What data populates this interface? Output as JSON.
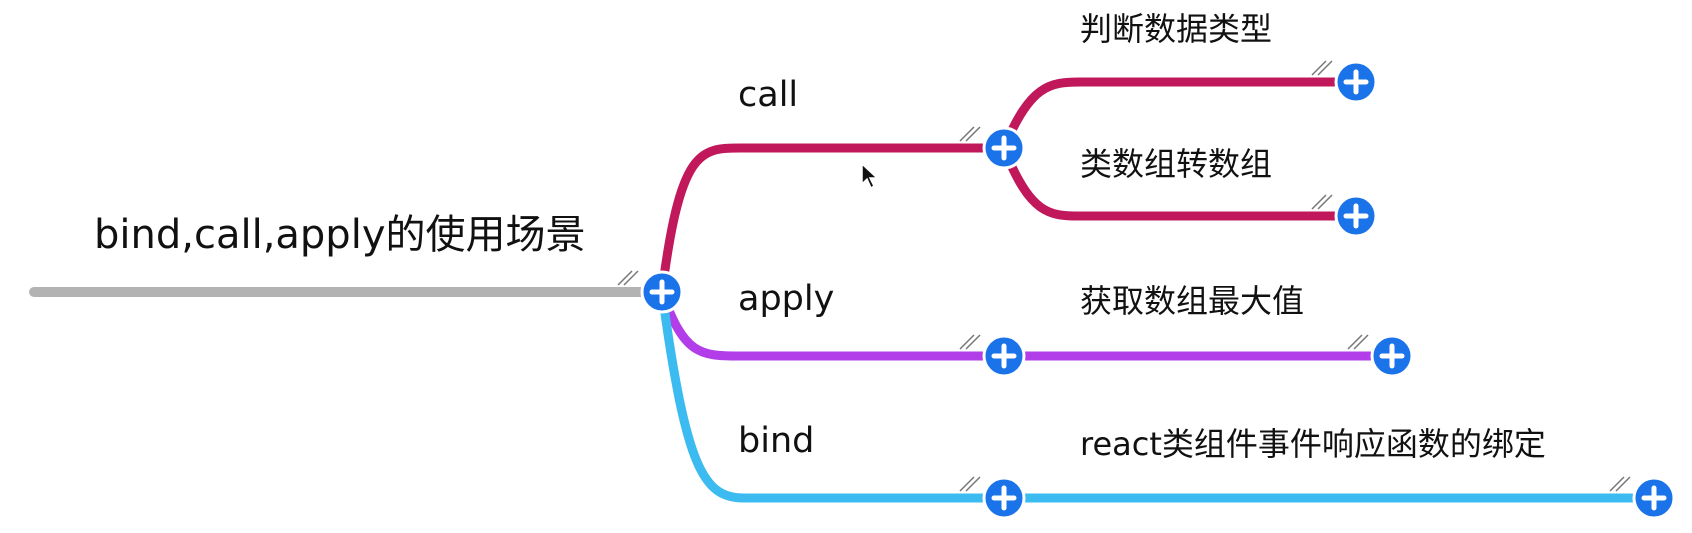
{
  "root": {
    "label": "bind,call,apply的使用场景",
    "color": "#b3b3b3"
  },
  "branches": [
    {
      "id": "call",
      "label": "call",
      "color": "#c0185a",
      "children": [
        {
          "id": "call-1",
          "label": "判断数据类型"
        },
        {
          "id": "call-2",
          "label": "类数组转数组"
        }
      ]
    },
    {
      "id": "apply",
      "label": "apply",
      "color": "#b13ee8",
      "children": [
        {
          "id": "apply-1",
          "label": "获取数组最大值"
        }
      ]
    },
    {
      "id": "bind",
      "label": "bind",
      "color": "#3bbbef",
      "children": [
        {
          "id": "bind-1",
          "label": "react类组件事件响应函数的绑定"
        }
      ]
    }
  ],
  "expand_button": {
    "icon": "plus-circle-icon",
    "fill": "#1a73e8",
    "glyph": "+"
  }
}
